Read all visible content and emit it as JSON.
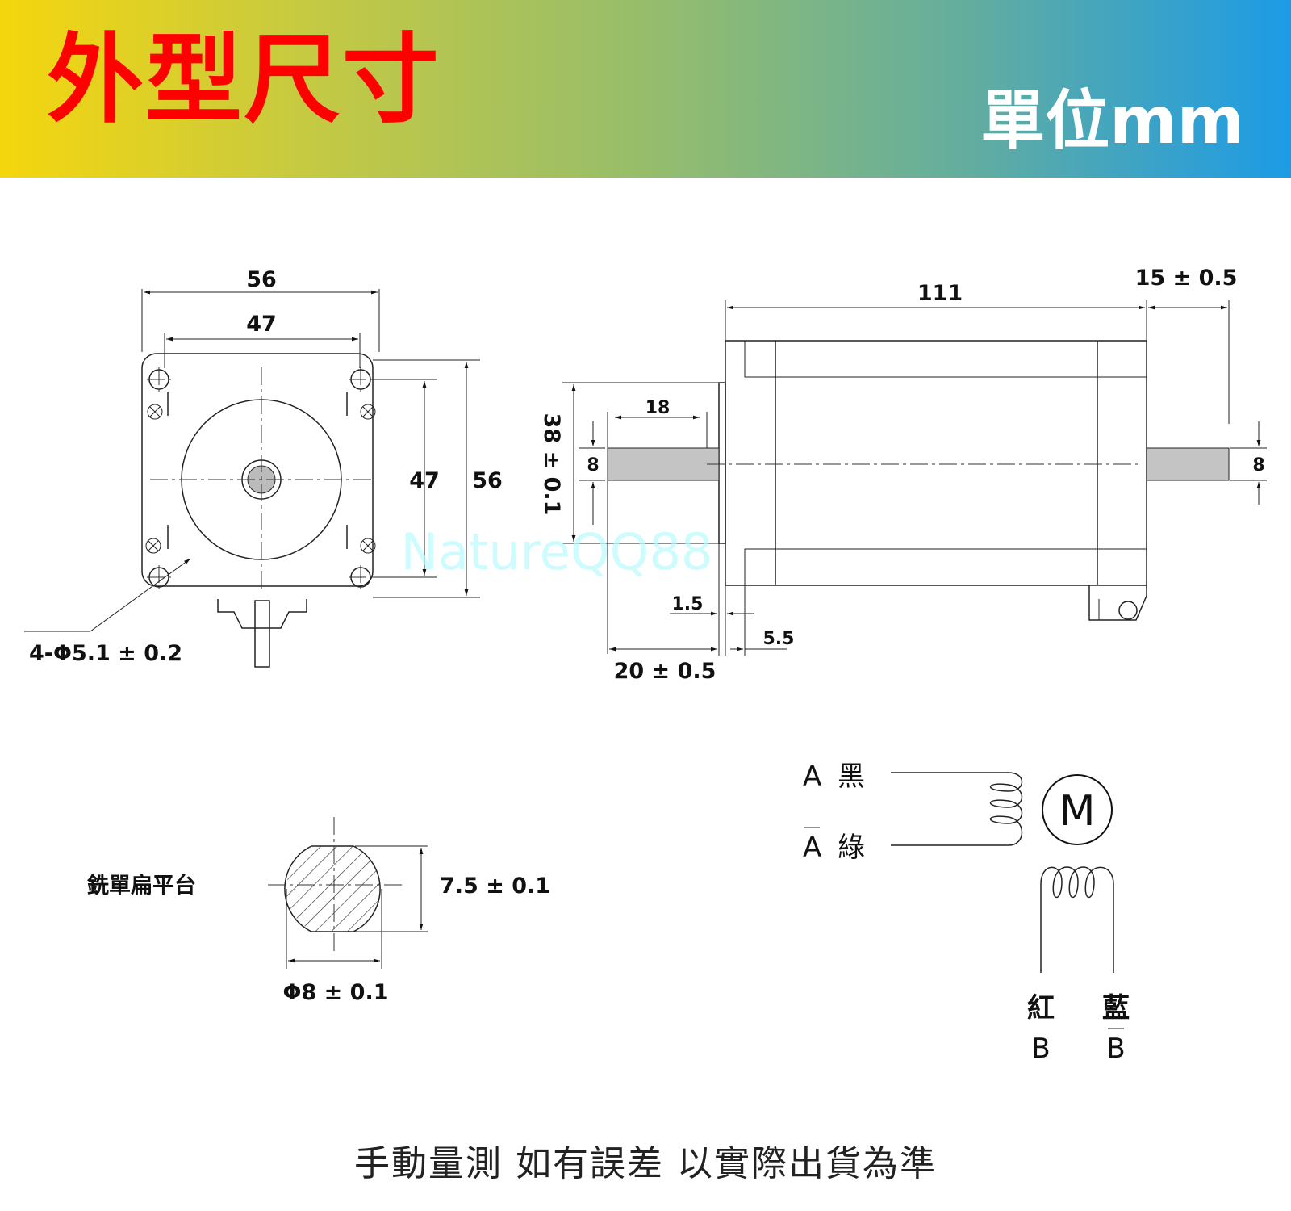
{
  "header": {
    "title": "外型尺寸",
    "unit": "單位mm"
  },
  "front_view": {
    "width_outer": "56",
    "width_inner": "47",
    "height_inner": "47",
    "height_outer": "56",
    "holes": "4-Φ5.1 ± 0.2"
  },
  "side_view": {
    "body_length": "111",
    "shaft_rear": "15 ± 0.5",
    "boss_dia": "38 ± 0.1",
    "flat_length": "18",
    "shaft_dia_front": "8",
    "shaft_dia_rear": "8",
    "boss_height": "1.5",
    "flange": "5.5",
    "shaft_front": "20 ± 0.5"
  },
  "watermark": "NatureQQ88",
  "flat_section": {
    "label": "銑單扁平台",
    "flat_height": "7.5 ± 0.1",
    "diameter": "Φ8 ± 0.1"
  },
  "wiring": {
    "a": "A",
    "a_color": "黑",
    "a_bar": "A",
    "a_bar_color": "綠",
    "motor": "M",
    "b_color": "紅",
    "b": "B",
    "b_bar_color": "藍",
    "b_bar": "B"
  },
  "footnote": "手動量測 如有誤差 以實際出貨為準",
  "colors": {
    "title": "#ff0000",
    "shaft_fill": "#c4c4c4"
  }
}
